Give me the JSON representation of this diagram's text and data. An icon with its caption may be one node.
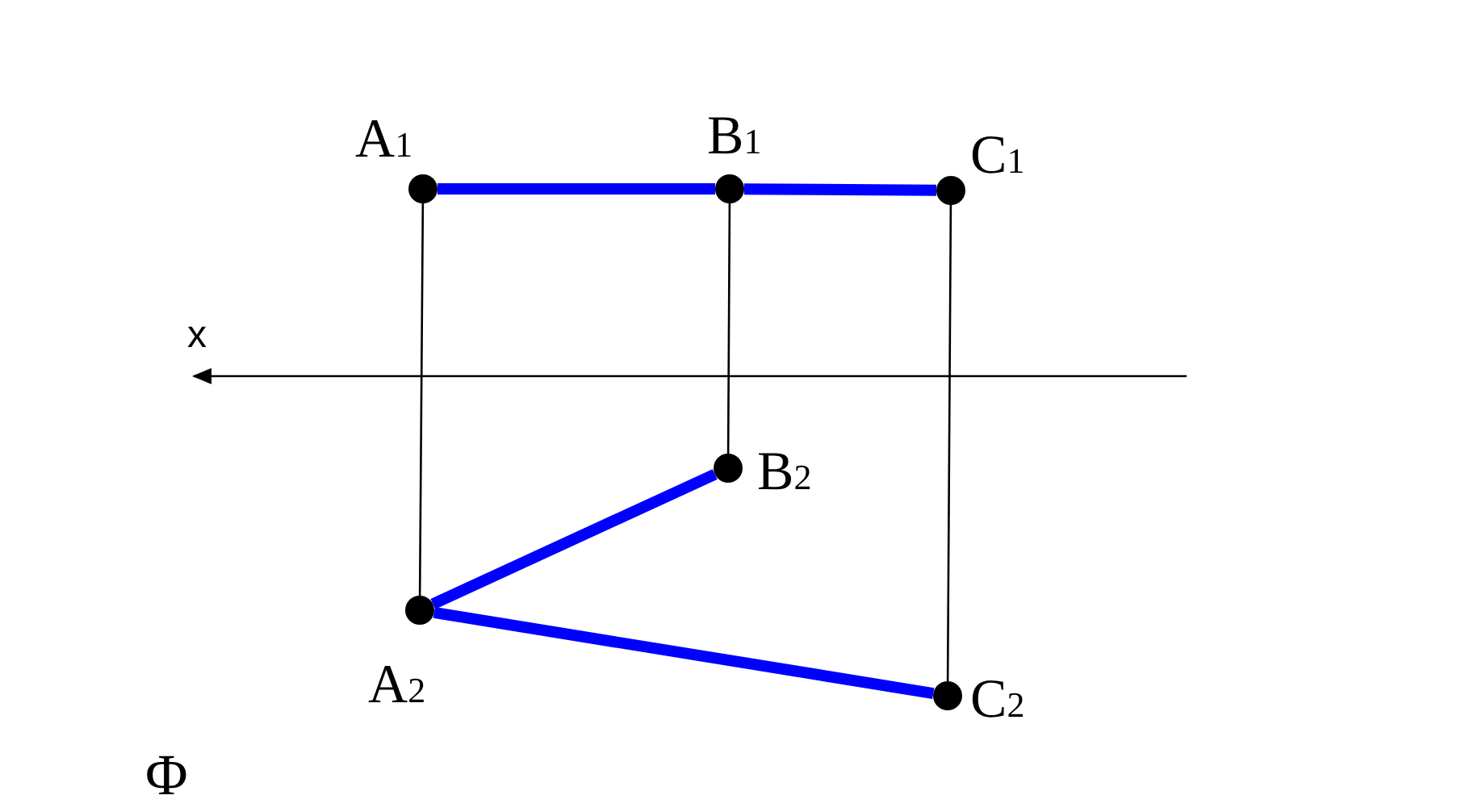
{
  "diagram": {
    "nodes": [
      {
        "text": [
          "A$_{1}$"
        ]
      },
      {
        "text": [
          "B$_{1}$"
        ]
      },
      {
        "text": [
          "C$_{1}$"
        ]
      },
      {
        "text": [
          "B$_{2}$"
        ]
      },
      {
        "text": [
          "A$_{2}$"
        ]
      },
      {
        "text": [
          "C$_{2}$"
        ]
      }
    ],
    "edges": [
      {
        "from": 0,
        "to": 1,
        "arrow": "none"
      },
      {
        "from": 1,
        "to": 2,
        "arrow": "none"
      },
      {
        "from": 4,
        "to": 3,
        "arrow": "none"
      },
      {
        "from": 4,
        "to": 5,
        "arrow": "none"
      },
      {
        "from": 0,
        "to": 4,
        "arrow": "none",
        "color": "#000000"
      },
      {
        "from": 1,
        "to": 3,
        "arrow": "none",
        "color": "#000000"
      },
      {
        "from": 2,
        "to": 5,
        "arrow": "none",
        "color": "#000000"
      }
    ],
    "labels": [
      "x",
      "Φ"
    ]
  }
}
